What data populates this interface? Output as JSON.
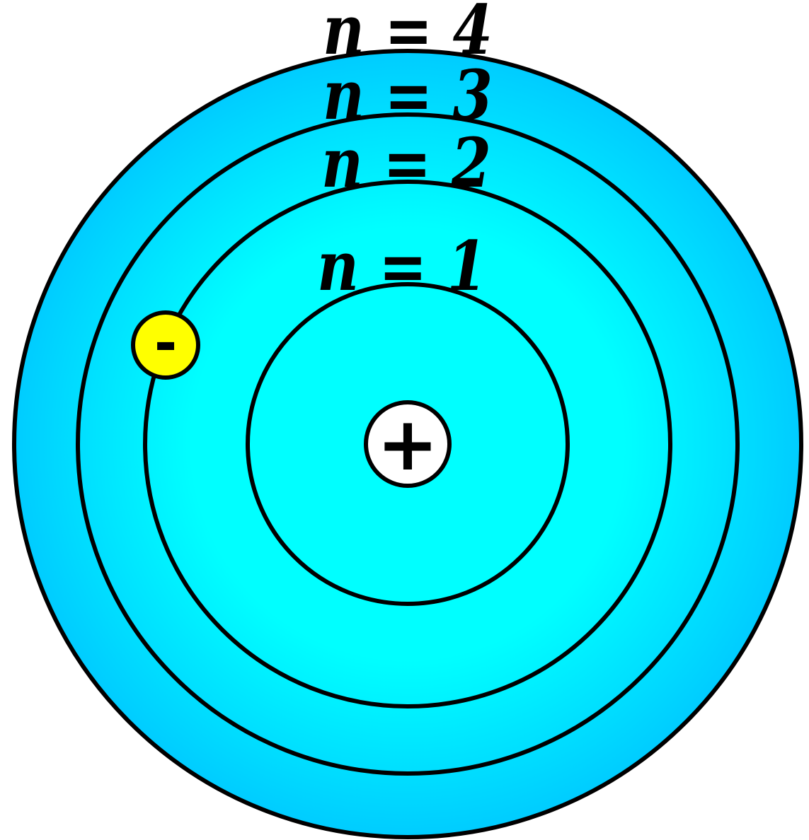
{
  "diagram": {
    "orbits": [
      {
        "label": "n = 1"
      },
      {
        "label": "n = 2"
      },
      {
        "label": "n = 3"
      },
      {
        "label": "n = 4"
      }
    ],
    "nucleus": {
      "symbol": "+"
    },
    "electron": {
      "symbol": "-"
    }
  },
  "colors": {
    "fill_center": "#00ffff",
    "fill_edge": "#00ccff",
    "electron": "#ffff00",
    "nucleus": "#ffffff",
    "stroke": "#000000"
  }
}
